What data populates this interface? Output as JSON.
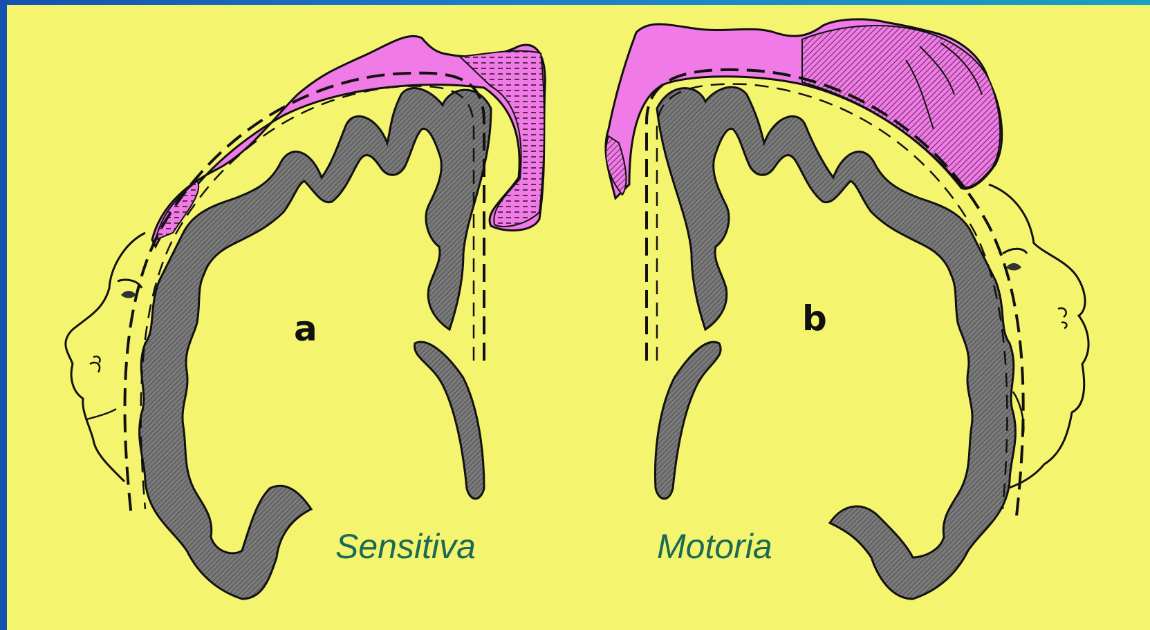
{
  "diagram": {
    "left_panel": {
      "letter": "a",
      "caption": "Sensitiva"
    },
    "right_panel": {
      "letter": "b",
      "caption": "Motoria"
    }
  },
  "colors": {
    "background": "#f5f46e",
    "cortex": "#6e6e6e",
    "homunculus": "#f07ae6",
    "label": "#1a6a55"
  }
}
